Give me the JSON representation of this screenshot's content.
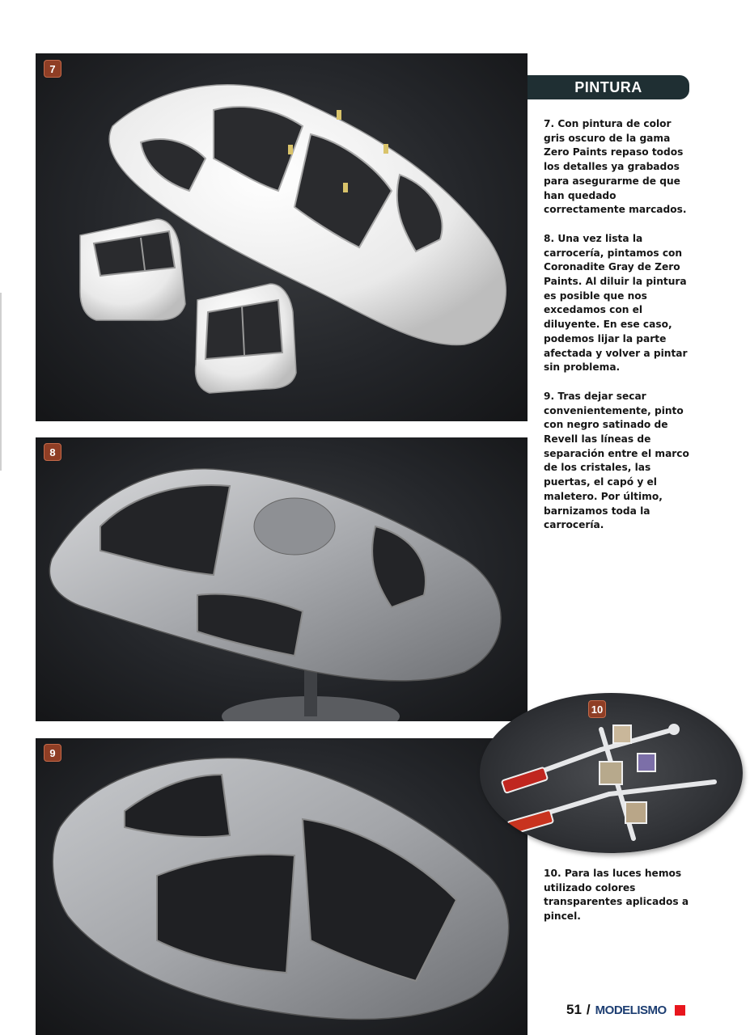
{
  "section_title": "PINTURA",
  "badges": {
    "p7": "7",
    "p8": "8",
    "p9": "9",
    "p10": "10"
  },
  "paragraphs": [
    "7. Con pintura de color gris oscuro de la gama Zero Paints repaso todos los detalles ya grabados para asegurarme de que han quedado correctamente marcados.",
    "8.  Una vez lista la carrocería, pintamos con Coronadite Gray de Zero Paints. Al diluir la pintura es posible que nos excedamos con el diluyente. En ese caso, podemos lijar la parte afectada y volver a pintar sin problema.",
    "9. Tras dejar secar convenientemente, pinto con negro satinado de Revell las líneas de separación entre el marco de los cristales, las puertas, el capó y el maletero. Por último, barnizamos toda la carrocería."
  ],
  "caption_10": "10. Para las luces hemos utilizado colores transparentes aplicados a pincel.",
  "footer": {
    "page_number": "51",
    "separator": "/",
    "magazine": "MODELISMO"
  },
  "colors": {
    "header_bg": "#1f2f33",
    "badge": "#8f3e25",
    "brand_red": "#e8161d",
    "brand_blue": "#1d3e72"
  }
}
